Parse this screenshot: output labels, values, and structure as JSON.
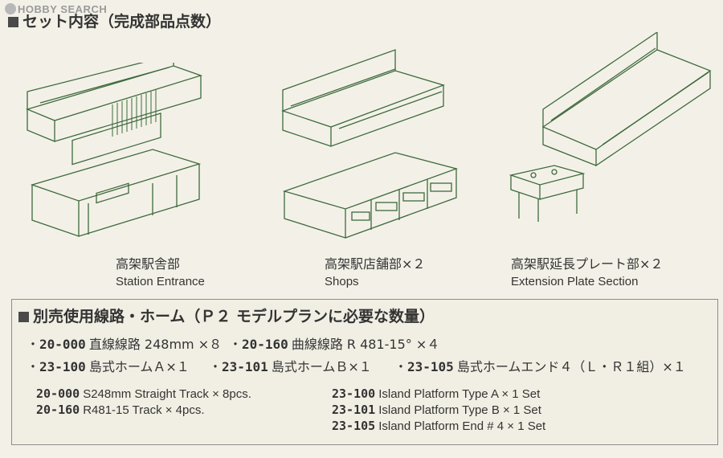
{
  "watermark": "HOBBY SEARCH",
  "set_contents_title": "セット内容（完成部品点数）",
  "parts": [
    {
      "jp": "高架駅舎部",
      "en": "Station Entrance"
    },
    {
      "jp": "高架駅店舗部×２",
      "en": "Shops"
    },
    {
      "jp": "高架駅延長プレート部×２",
      "en": "Extension Plate Section"
    }
  ],
  "separate_title": "別売使用線路・ホーム（Ｐ２ モデルプランに必要な数量）",
  "jp_items": [
    {
      "code": "20-000",
      "text": "直線線路 248mm ×８"
    },
    {
      "code": "20-160",
      "text": "曲線線路 R 481-15° ×４"
    },
    {
      "code": "23-100",
      "text": "島式ホームＡ×１"
    },
    {
      "code": "23-101",
      "text": "島式ホームＢ×１"
    },
    {
      "code": "23-105",
      "text": "島式ホームエンド４（Ｌ・Ｒ１組）×１"
    }
  ],
  "en_items": [
    {
      "code": "20-000",
      "text": "S248mm Straight Track × 8pcs."
    },
    {
      "code": "20-160",
      "text": "R481-15 Track × 4pcs."
    },
    {
      "code": "23-100",
      "text": "Island Platform Type A × 1 Set"
    },
    {
      "code": "23-101",
      "text": "Island Platform Type B × 1 Set"
    },
    {
      "code": "23-105",
      "text": "Island Platform End # 4 × 1 Set"
    }
  ],
  "colors": {
    "line_art": "#3e6a3e",
    "background": "#f3f1e7",
    "text": "#333333"
  }
}
